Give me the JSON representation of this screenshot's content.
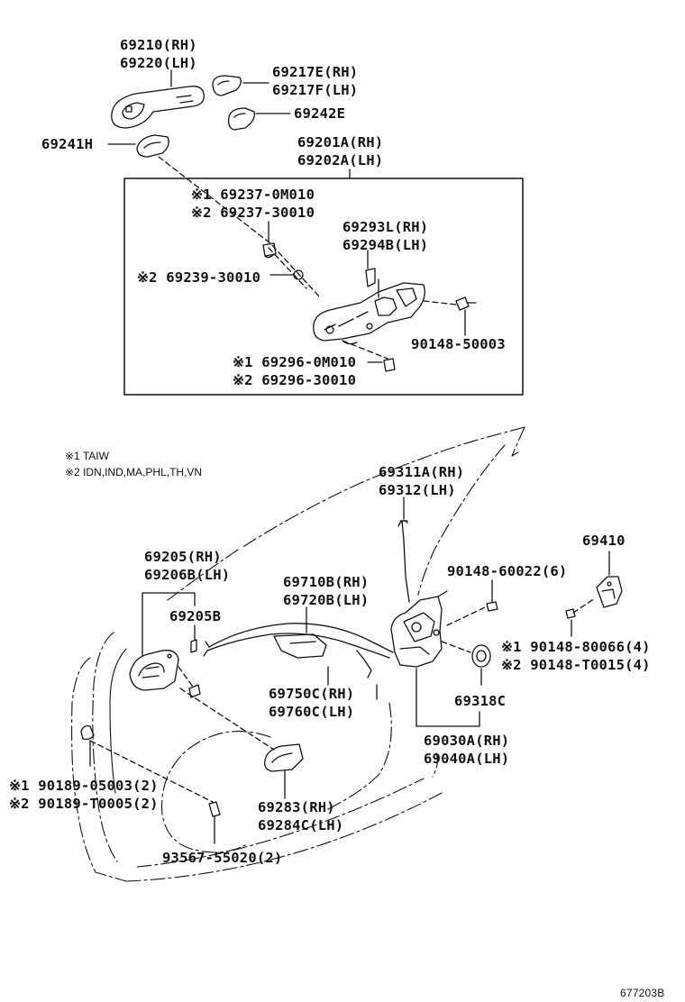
{
  "labels": {
    "door_handle": [
      "69210(RH)",
      "69220(LH)"
    ],
    "handle_cover": [
      "69217E(RH)",
      "69217F(LH)"
    ],
    "cover_69242": "69242E",
    "pad_69241": "69241H",
    "frame_assy": [
      "69201A(RH)",
      "69202A(LH)"
    ],
    "cyl_1": "※1 69237-0M010",
    "cyl_2": "※2 69237-30010",
    "spring": [
      "69293L(RH)",
      "69294B(LH)"
    ],
    "nut_69239": "※2 69239-30010",
    "screw_90148_50003": "90148-50003",
    "bolt_1": "※1 69296-0M010",
    "bolt_2": "※2 69296-30010",
    "note_1": "※1 TAIW",
    "note_2": "※2 IDN,IND,MA,PHL,TH,VN",
    "rod": [
      "69311A(RH)",
      "69312(LH)"
    ],
    "inside_handle": [
      "69205(RH)",
      "69206B(LH)"
    ],
    "bezel": "69205B",
    "cable_69710": [
      "69710B(RH)",
      "69720B(LH)"
    ],
    "screw_90148_60022": "90148-60022(6)",
    "striker": "69410",
    "screw_striker_1": "※1 90148-80066(4)",
    "screw_striker_2": "※2 90148-T0015(4)",
    "cable_69750": [
      "69750C(RH)",
      "69760C(LH)"
    ],
    "grommet": "69318C",
    "lock_assy": [
      "69030A(RH)",
      "69040A(LH)"
    ],
    "clip_1": "※1 90189-05003(2)",
    "clip_2": "※2 90189-T0005(2)",
    "protector": [
      "69283(RH)",
      "69284C(LH)"
    ],
    "screw_93567": "93567-55020(2)",
    "figure_id": "677203B"
  }
}
